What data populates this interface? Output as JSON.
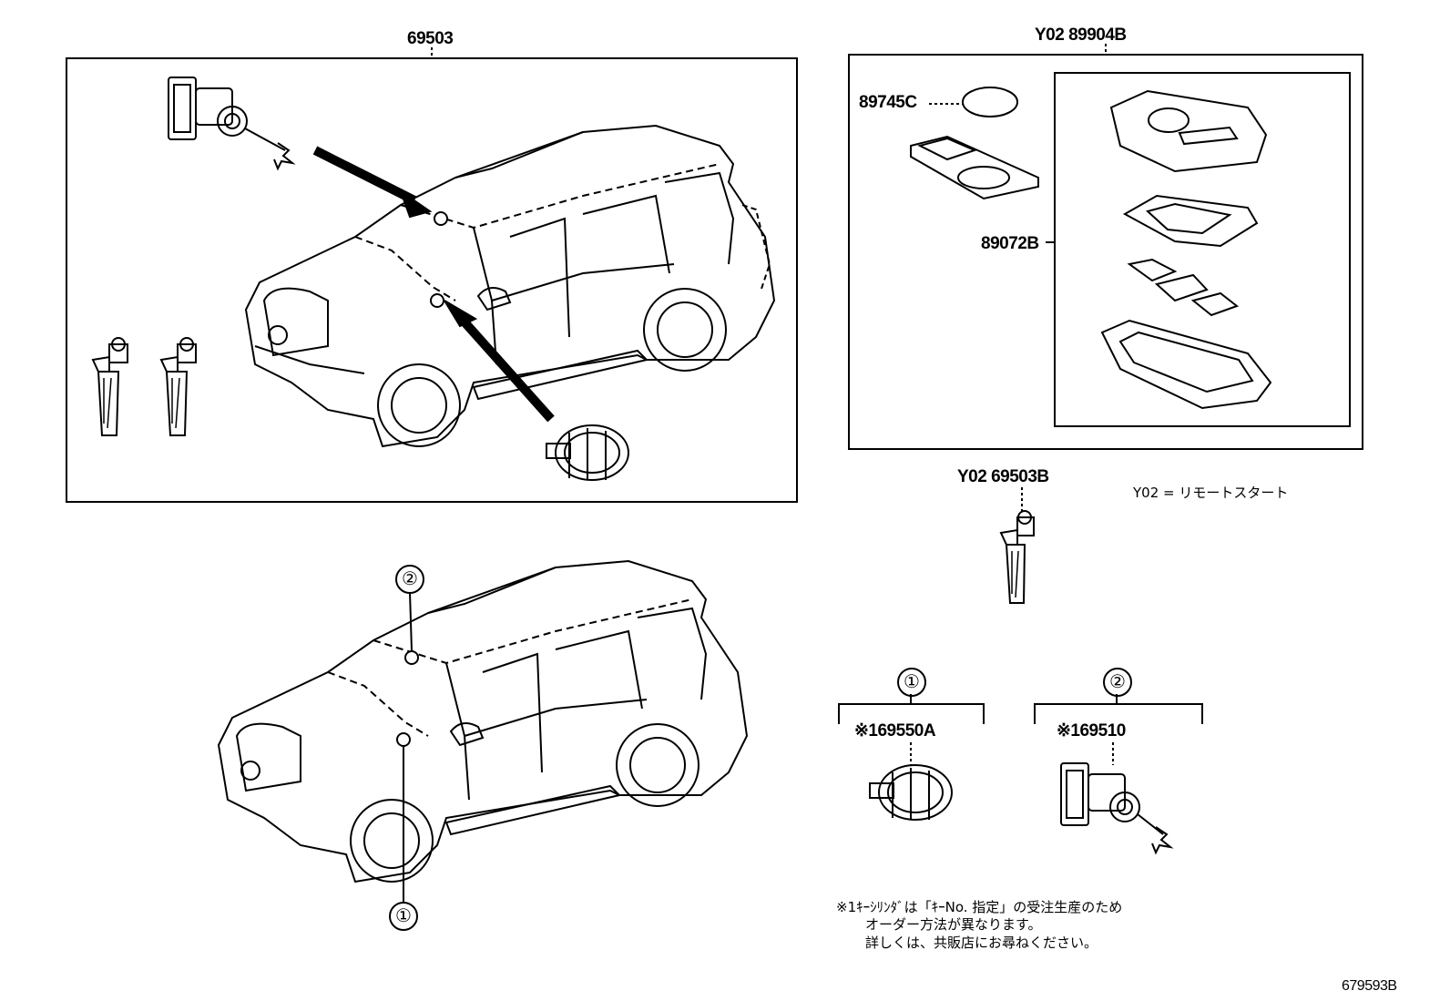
{
  "labels": {
    "main_kit": "69503",
    "remote_kit": "Y02  89904B",
    "battery": "89745C",
    "key_case": "89072B",
    "key_blank": "Y02 69503B",
    "y02_legend": "Y02 = リモートスタート",
    "marker_1": "①",
    "marker_2": "②",
    "part_1_header": "①",
    "part_2_header": "②",
    "part_1_code": "※169550A",
    "part_2_code": "※169510",
    "footnote_line1": "※1ｷｰｼﾘﾝﾀﾞは「ｷｰNo. 指定」の受注生産のため",
    "footnote_line2": "オーダー方法が異なります。",
    "footnote_line3": "詳しくは、共販店にお尋ねください。",
    "drawing_number": "679593B"
  },
  "icons": [
    "door-lock-cylinder-icon",
    "ignition-cylinder-icon",
    "key-blank-icon",
    "battery-icon",
    "smart-key-case-icon",
    "vehicle-icon"
  ],
  "colors": {
    "ink": "#000000",
    "paper": "#ffffff"
  }
}
